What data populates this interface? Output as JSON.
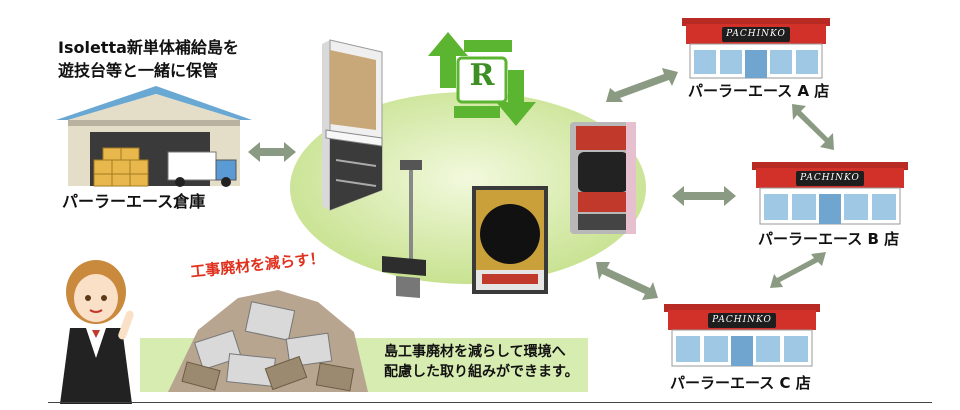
{
  "warehouse": {
    "caption_line1": "Isoletta新単体補給島を",
    "caption_line2": "遊技台等と一緒に保管",
    "name": "パーラーエース倉庫"
  },
  "stores": [
    {
      "name": "パーラーエース A 店",
      "sign": "PACHINKO"
    },
    {
      "name": "パーラーエース B 店",
      "sign": "PACHINKO"
    },
    {
      "name": "パーラーエース C 店",
      "sign": "PACHINKO"
    }
  ],
  "recycle_icon_letter": "R",
  "waste": {
    "slogan": "工事廃材を減らす！",
    "caption_line1": "島工事廃材を減らして環境へ",
    "caption_line2": "配慮した取り組みができます。"
  },
  "colors": {
    "ellipse_green": "#cfe7a0",
    "recycle_green": "#5cb531",
    "arrow_gray": "#8b9a82",
    "store_red": "#d2312a",
    "caption_bg_green": "#d7ecb0",
    "slogan_red": "#e0301e"
  }
}
